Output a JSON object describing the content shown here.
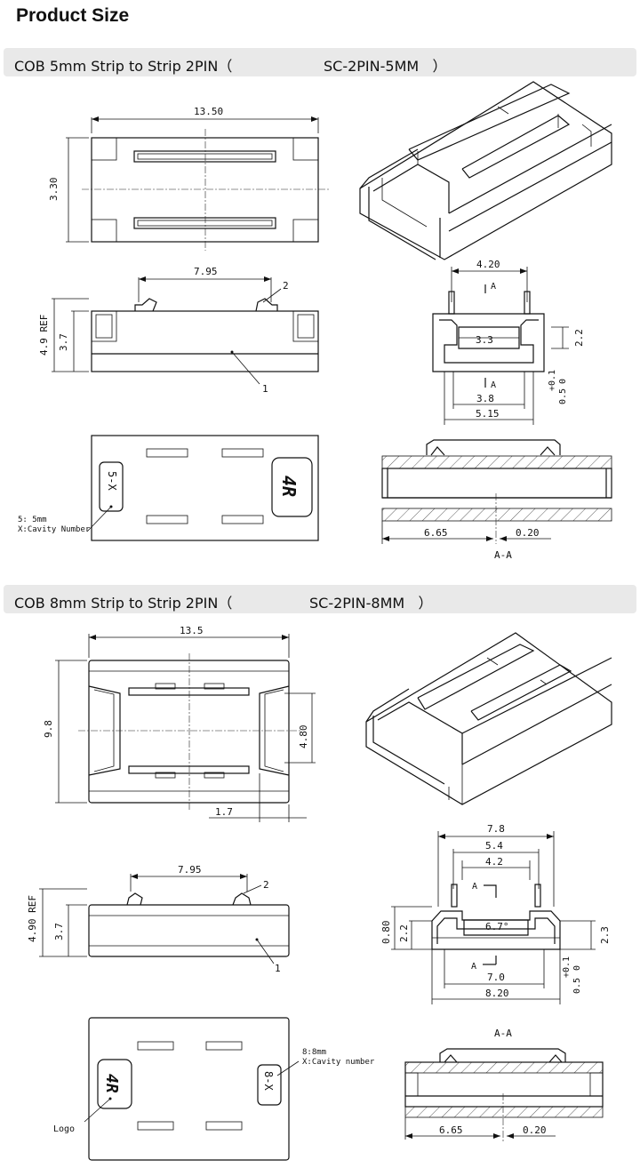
{
  "page": {
    "title": "Product Size"
  },
  "section1": {
    "title": "COB 5mm Strip to Strip 2PIN（",
    "code": "SC-2PIN-5MM   ）",
    "top_view": {
      "width": "13.50",
      "height": "3.30"
    },
    "side_view": {
      "pin_pitch": "7.95",
      "height_ref": "4.9 REF",
      "body_height": "3.7",
      "label_1": "1",
      "label_2": "2"
    },
    "bottom_view": {
      "note_1": "5: 5mm",
      "note_2": "X:Cavity Number"
    },
    "end_view": {
      "d1": "4.20",
      "d2": "3.3",
      "d3": "3.8",
      "d4": "5.15",
      "d5": "2.2",
      "tol_plus": "+0.1",
      "tol_zero": "0",
      "tol_base": "0.5",
      "sec_a1": "A",
      "sec_a2": "A"
    },
    "section_view": {
      "d1": "6.65",
      "d2": "0.20",
      "label": "A-A"
    }
  },
  "section2": {
    "title": "COB 8mm Strip to Strip 2PIN（",
    "code": "SC-2PIN-8MM   ）",
    "top_view": {
      "width": "13.5",
      "height": "9.8",
      "inner": "4.80",
      "gap": "1.7"
    },
    "side_view": {
      "pin_pitch": "7.95",
      "height_ref": "4.90 REF",
      "body_height": "3.7",
      "label_1": "1",
      "label_2": "2"
    },
    "bottom_view": {
      "note_1": "8:8mm",
      "note_2": "X:Cavity number",
      "logo": "Logo"
    },
    "end_view": {
      "d1": "7.8",
      "d2": "5.4",
      "d3": "4.2",
      "d4": "6.7°",
      "d5": "7.0",
      "d6": "8.20",
      "d7": "0.80",
      "d8": "2.2",
      "d9": "2.3",
      "tol_plus": "+0.1",
      "tol_zero": "0",
      "tol_base": "0.5",
      "sec_a1": "A",
      "sec_a2": "A"
    },
    "section_view": {
      "d1": "6.65",
      "d2": "0.20",
      "label": "A-A"
    }
  }
}
